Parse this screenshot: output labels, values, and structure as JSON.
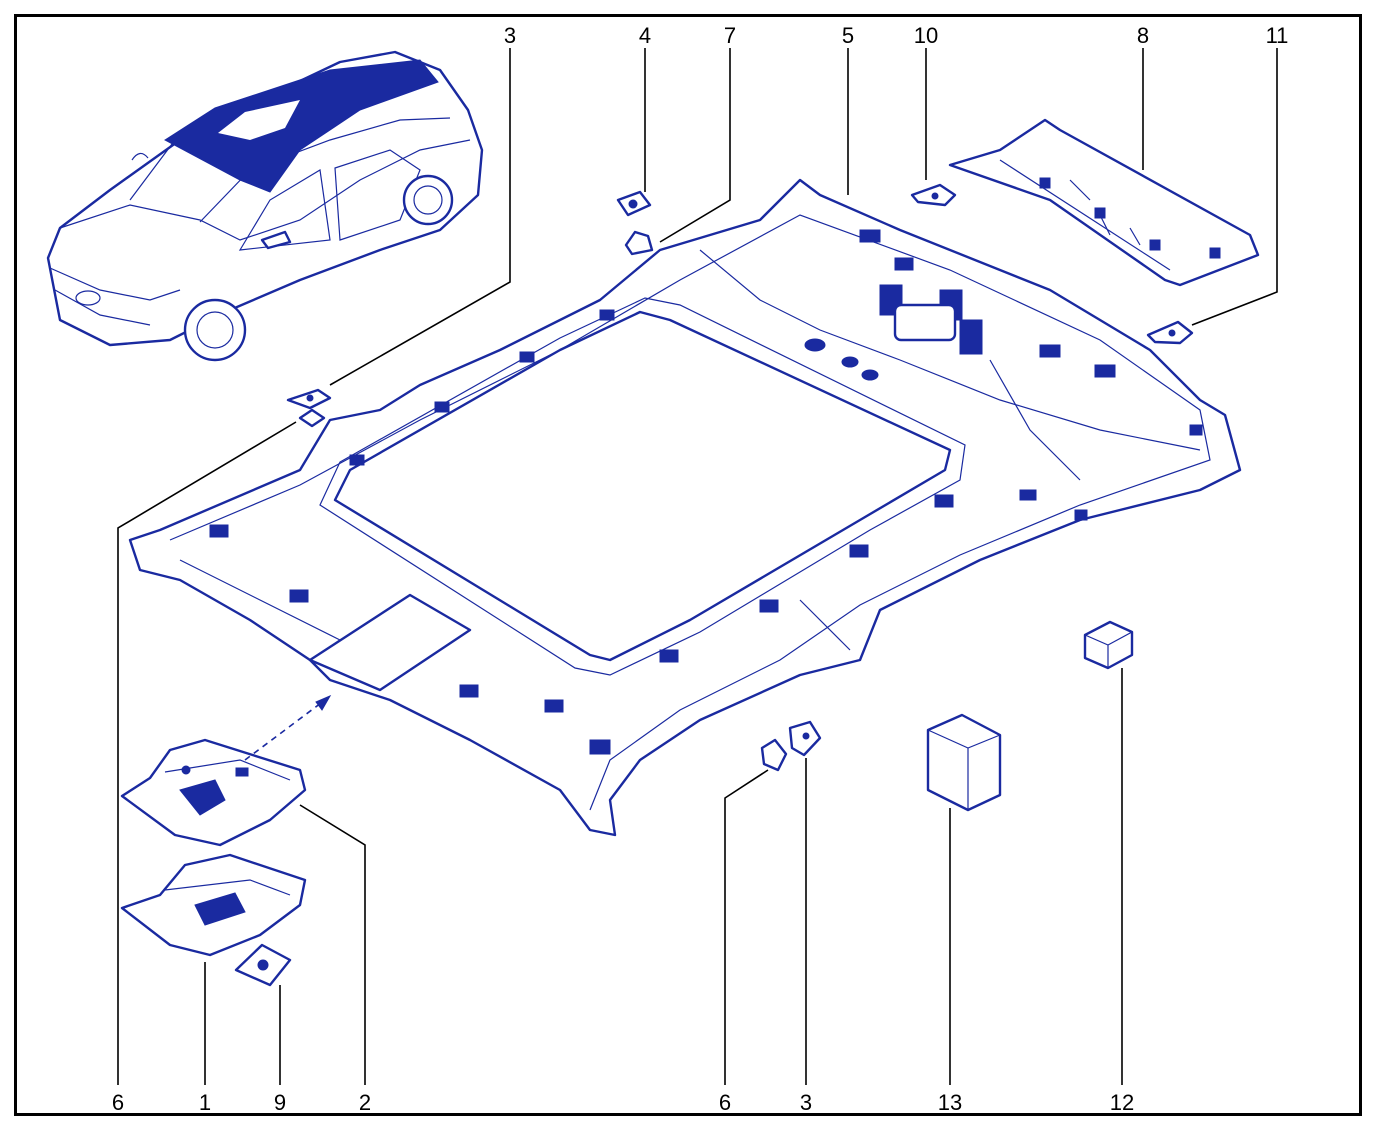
{
  "colors": {
    "ink": "#1a2aa0",
    "frame": "#000000",
    "background": "#ffffff"
  },
  "callouts": [
    {
      "id": "c3-top",
      "label": "3"
    },
    {
      "id": "c4",
      "label": "4"
    },
    {
      "id": "c7",
      "label": "7"
    },
    {
      "id": "c5",
      "label": "5"
    },
    {
      "id": "c10",
      "label": "10"
    },
    {
      "id": "c8",
      "label": "8"
    },
    {
      "id": "c11",
      "label": "11"
    },
    {
      "id": "c6-left",
      "label": "6"
    },
    {
      "id": "c1",
      "label": "1"
    },
    {
      "id": "c9",
      "label": "9"
    },
    {
      "id": "c2",
      "label": "2"
    },
    {
      "id": "c6-mid",
      "label": "6"
    },
    {
      "id": "c3-mid",
      "label": "3"
    },
    {
      "id": "c13",
      "label": "13"
    },
    {
      "id": "c12",
      "label": "12"
    }
  ]
}
